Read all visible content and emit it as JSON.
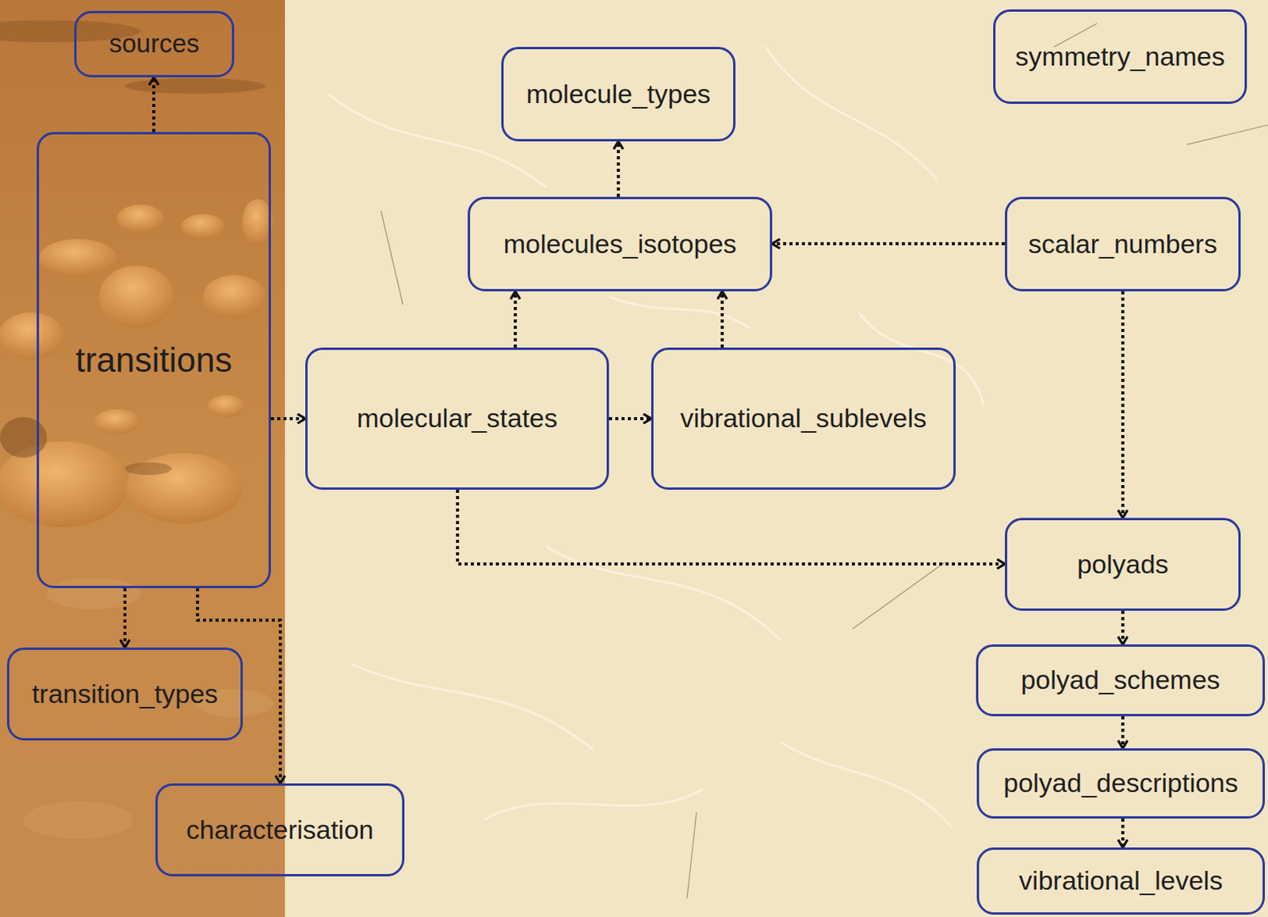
{
  "diagram": {
    "nodes": [
      {
        "text": [
          "sources"
        ]
      },
      {
        "text": [
          "molecule_types"
        ]
      },
      {
        "text": [
          "symmetry_names"
        ]
      },
      {
        "text": [
          "molecules_isotopes"
        ]
      },
      {
        "text": [
          "scalar_numbers"
        ]
      },
      {
        "text": [
          "transitions"
        ]
      },
      {
        "text": [
          "molecular_states"
        ]
      },
      {
        "text": [
          "vibrational_sublevels"
        ]
      },
      {
        "text": [
          "polyads"
        ]
      },
      {
        "text": [
          "transition_types"
        ]
      },
      {
        "text": [
          "polyad_schemes"
        ]
      },
      {
        "text": [
          "characterisation"
        ]
      },
      {
        "text": [
          "polyad_descriptions"
        ]
      },
      {
        "text": [
          "vibrational_levels"
        ]
      }
    ],
    "edges": [
      {
        "from": 5,
        "to": 0,
        "arrow": "to"
      },
      {
        "from": 3,
        "to": 1,
        "arrow": "to"
      },
      {
        "from": 4,
        "to": 3,
        "arrow": "to"
      },
      {
        "from": 6,
        "to": 3,
        "arrow": "to"
      },
      {
        "from": 7,
        "to": 3,
        "arrow": "to"
      },
      {
        "from": 5,
        "to": 6,
        "arrow": "to"
      },
      {
        "from": 6,
        "to": 7,
        "arrow": "to"
      },
      {
        "from": 6,
        "to": 8,
        "arrow": "to"
      },
      {
        "from": 4,
        "to": 8,
        "arrow": "to"
      },
      {
        "from": 5,
        "to": 9,
        "arrow": "to"
      },
      {
        "from": 5,
        "to": 11,
        "arrow": "to"
      },
      {
        "from": 8,
        "to": 10,
        "arrow": "to"
      },
      {
        "from": 10,
        "to": 12,
        "arrow": "to"
      },
      {
        "from": 12,
        "to": 13,
        "arrow": "to"
      }
    ]
  }
}
